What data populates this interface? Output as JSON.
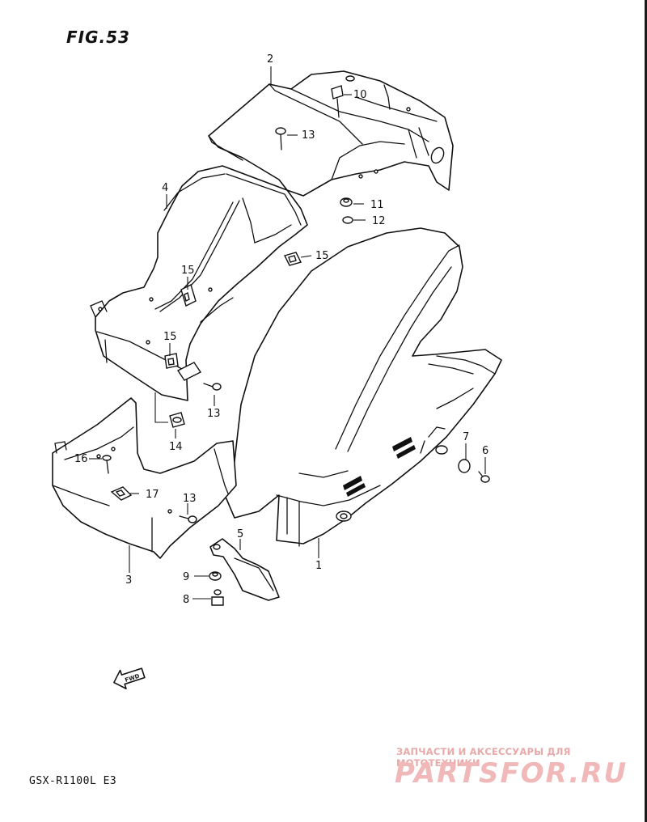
{
  "figure": {
    "title": "FIG.53",
    "model_code": "GSX-R1100L E3",
    "fwd_label": "FWD"
  },
  "watermark": {
    "tagline": "ЗАПЧАСТИ И АКСЕССУАРЫ ДЛЯ МОТОТЕХНИКИ",
    "brand": "PARTSFOR.RU"
  },
  "callouts": {
    "c1": "1",
    "c2": "2",
    "c3": "3",
    "c4": "4",
    "c5": "5",
    "c6": "6",
    "c7": "7",
    "c8": "8",
    "c9": "9",
    "c10": "10",
    "c11": "11",
    "c12": "12",
    "c13a": "13",
    "c13b": "13",
    "c13c": "13",
    "c14": "14",
    "c15a": "15",
    "c15b": "15",
    "c15c": "15",
    "c16": "16",
    "c17": "17"
  },
  "colors": {
    "line": "#111111",
    "watermark": "#f0b8b8"
  }
}
